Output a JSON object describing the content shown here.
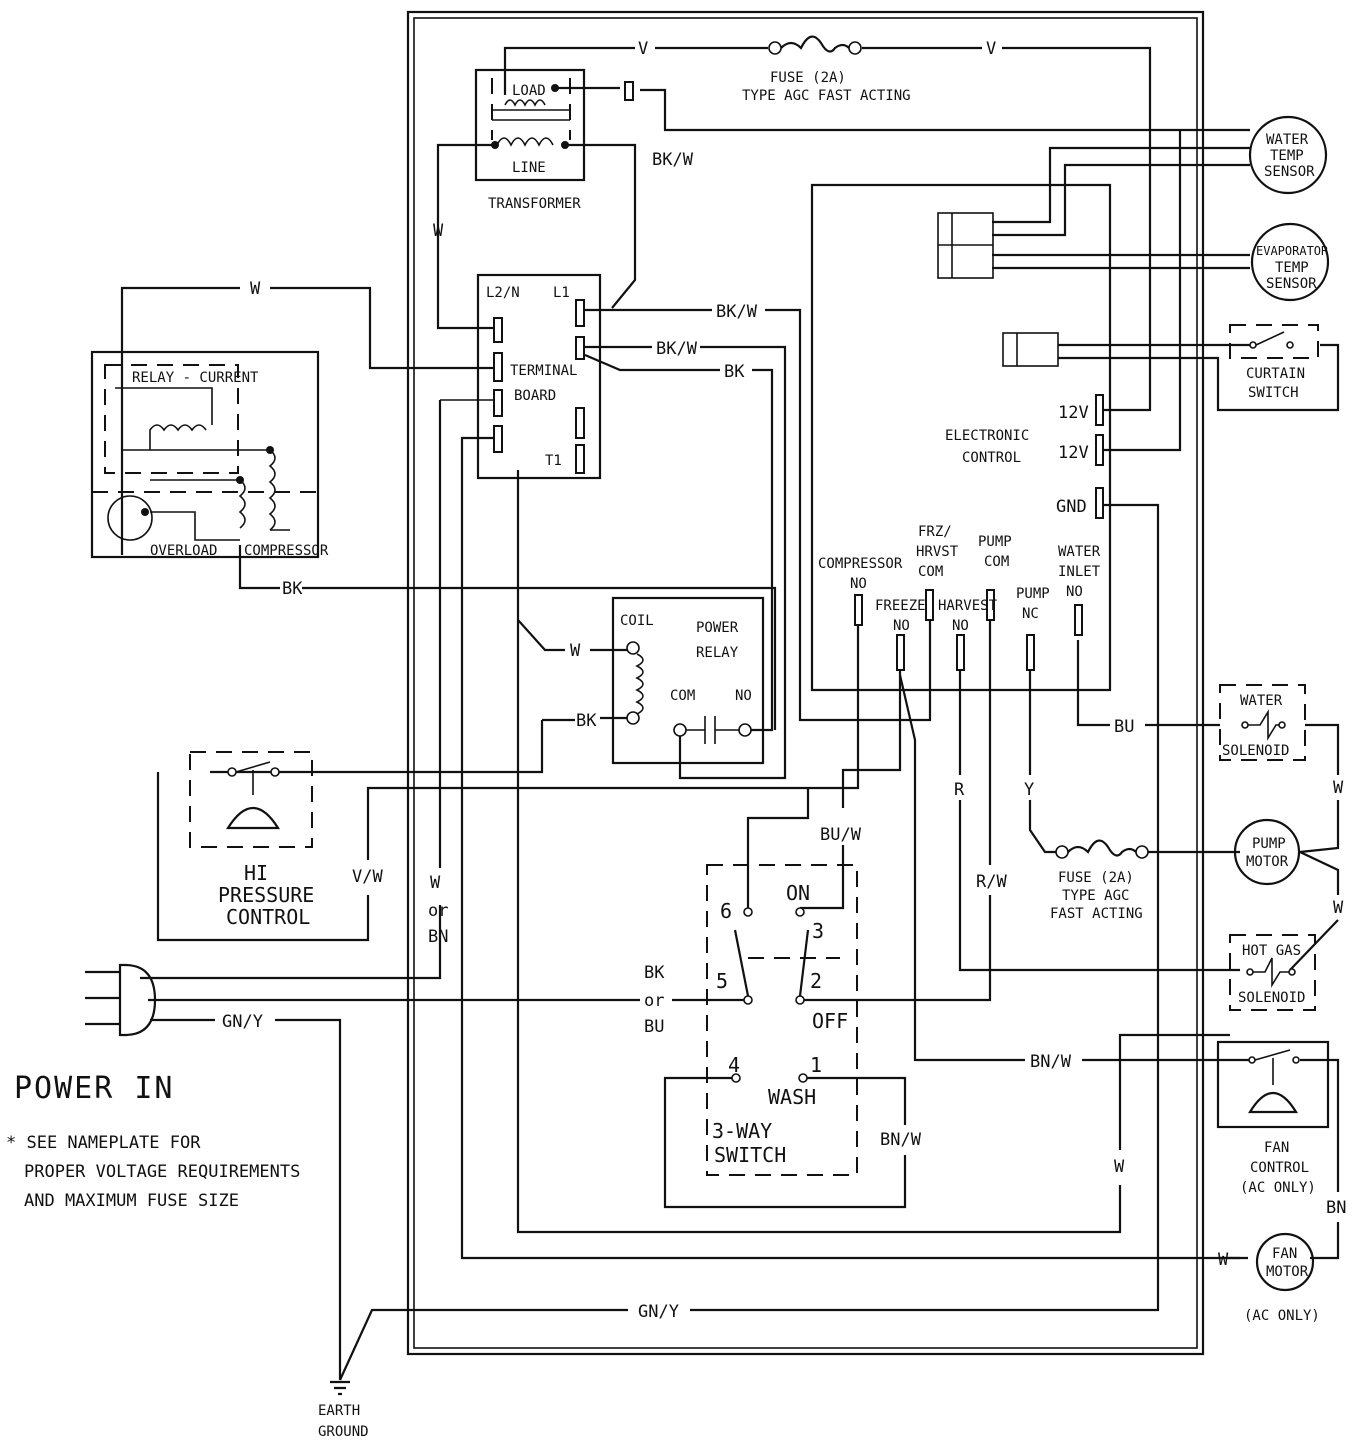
{
  "wire_labels": {
    "v_left": "V",
    "v_right": "V",
    "bkw_top": "BK/W",
    "w_transformer": "W",
    "w_top_left": "W",
    "bkw_1": "BK/W",
    "bkw_2": "BK/W",
    "bk_1": "BK",
    "bk_compressor": "BK",
    "w_coil": "W",
    "bk_coil": "BK",
    "vw": "V/W",
    "w_or": "W",
    "or_1": "or",
    "bn_1": "BN",
    "gny_1": "GN/Y",
    "gny_2": "GN/Y",
    "bk_switch": "BK",
    "or_2": "or",
    "bu_switch": "BU",
    "buw": "BU/W",
    "r": "R",
    "y": "Y",
    "rw": "R/W",
    "bu_inlet": "BU",
    "bnw_1": "BN/W",
    "bnw_2": "BN/W",
    "w_mid": "W",
    "w_right_1": "W",
    "w_right_2": "W",
    "bn_right": "BN",
    "w_fan": "W"
  },
  "components": {
    "fuse_top": [
      "FUSE (2A)",
      "TYPE AGC FAST ACTING"
    ],
    "transformer": {
      "load": "LOAD",
      "line": "LINE",
      "name": "TRANSFORMER"
    },
    "terminal_board": {
      "l2n": "L2/N",
      "l1": "L1",
      "name": [
        "TERMINAL",
        "BOARD"
      ],
      "t1": "T1"
    },
    "relay_current": "RELAY - CURRENT",
    "overload": "OVERLOAD",
    "compressor": "COMPRESSOR",
    "power_relay": {
      "coil": "COIL",
      "name": [
        "POWER",
        "RELAY"
      ],
      "com": "COM",
      "no": "NO"
    },
    "hi_pressure": [
      "HI",
      "PRESSURE",
      "CONTROL"
    ],
    "electronic_control": [
      "ELECTRONIC",
      "CONTROL"
    ],
    "pins": {
      "v12a": "12V",
      "v12b": "12V",
      "gnd": "GND",
      "comp_no": [
        "COMPRESSOR",
        "NO"
      ],
      "frz_com": [
        "FRZ/",
        "HRVST",
        "COM"
      ],
      "freeze_no": [
        "FREEZE",
        "NO"
      ],
      "harvest_no": [
        "HARVEST",
        "NO"
      ],
      "pump_com": [
        "PUMP",
        "COM"
      ],
      "pump_nc": [
        "PUMP",
        "NC"
      ],
      "water_inlet": [
        "WATER",
        "INLET",
        "NO"
      ]
    },
    "water_temp": [
      "WATER",
      "TEMP",
      "SENSOR"
    ],
    "evap_temp": [
      "EVAPORATOR",
      "TEMP",
      "SENSOR"
    ],
    "curtain": [
      "CURTAIN",
      "SWITCH"
    ],
    "water_solenoid": [
      "WATER",
      "SOLENOID"
    ],
    "pump_motor": [
      "PUMP",
      "MOTOR"
    ],
    "fuse_pump": [
      "FUSE (2A)",
      "TYPE AGC",
      "FAST ACTING"
    ],
    "hot_gas": [
      "HOT GAS",
      "SOLENOID"
    ],
    "fan_control": [
      "FAN",
      "CONTROL",
      "(AC ONLY)"
    ],
    "fan_motor": [
      "FAN",
      "MOTOR"
    ],
    "fan_motor_note": "(AC ONLY)",
    "switch": {
      "n6": "6",
      "on": "ON",
      "n3": "3",
      "n5": "5",
      "n2": "2",
      "off": "OFF",
      "n4": "4",
      "n1": "1",
      "wash": "WASH",
      "name": [
        "3-WAY",
        "SWITCH"
      ]
    },
    "earth": [
      "EARTH",
      "GROUND"
    ],
    "power_in": "POWER IN",
    "note": [
      "* SEE NAMEPLATE FOR",
      "PROPER VOLTAGE REQUIREMENTS",
      "AND MAXIMUM FUSE SIZE"
    ]
  }
}
